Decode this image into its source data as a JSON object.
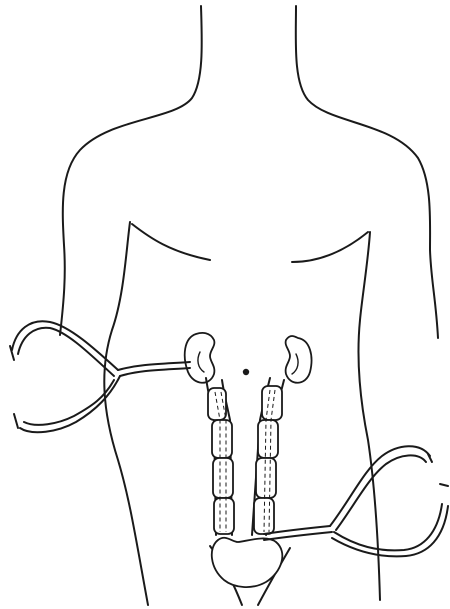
{
  "figure": {
    "subject": "torso-urinary-drainage-illustration",
    "colors": {
      "ink": "#1a1a1a",
      "background": "#ffffff"
    },
    "icons": [
      "torso-outline",
      "left-kidney",
      "right-kidney",
      "left-ureter-stent",
      "right-ureter-stent",
      "bladder",
      "left-stethoscope-tubing",
      "right-stethoscope-tubing",
      "umbilicus-dot"
    ]
  }
}
